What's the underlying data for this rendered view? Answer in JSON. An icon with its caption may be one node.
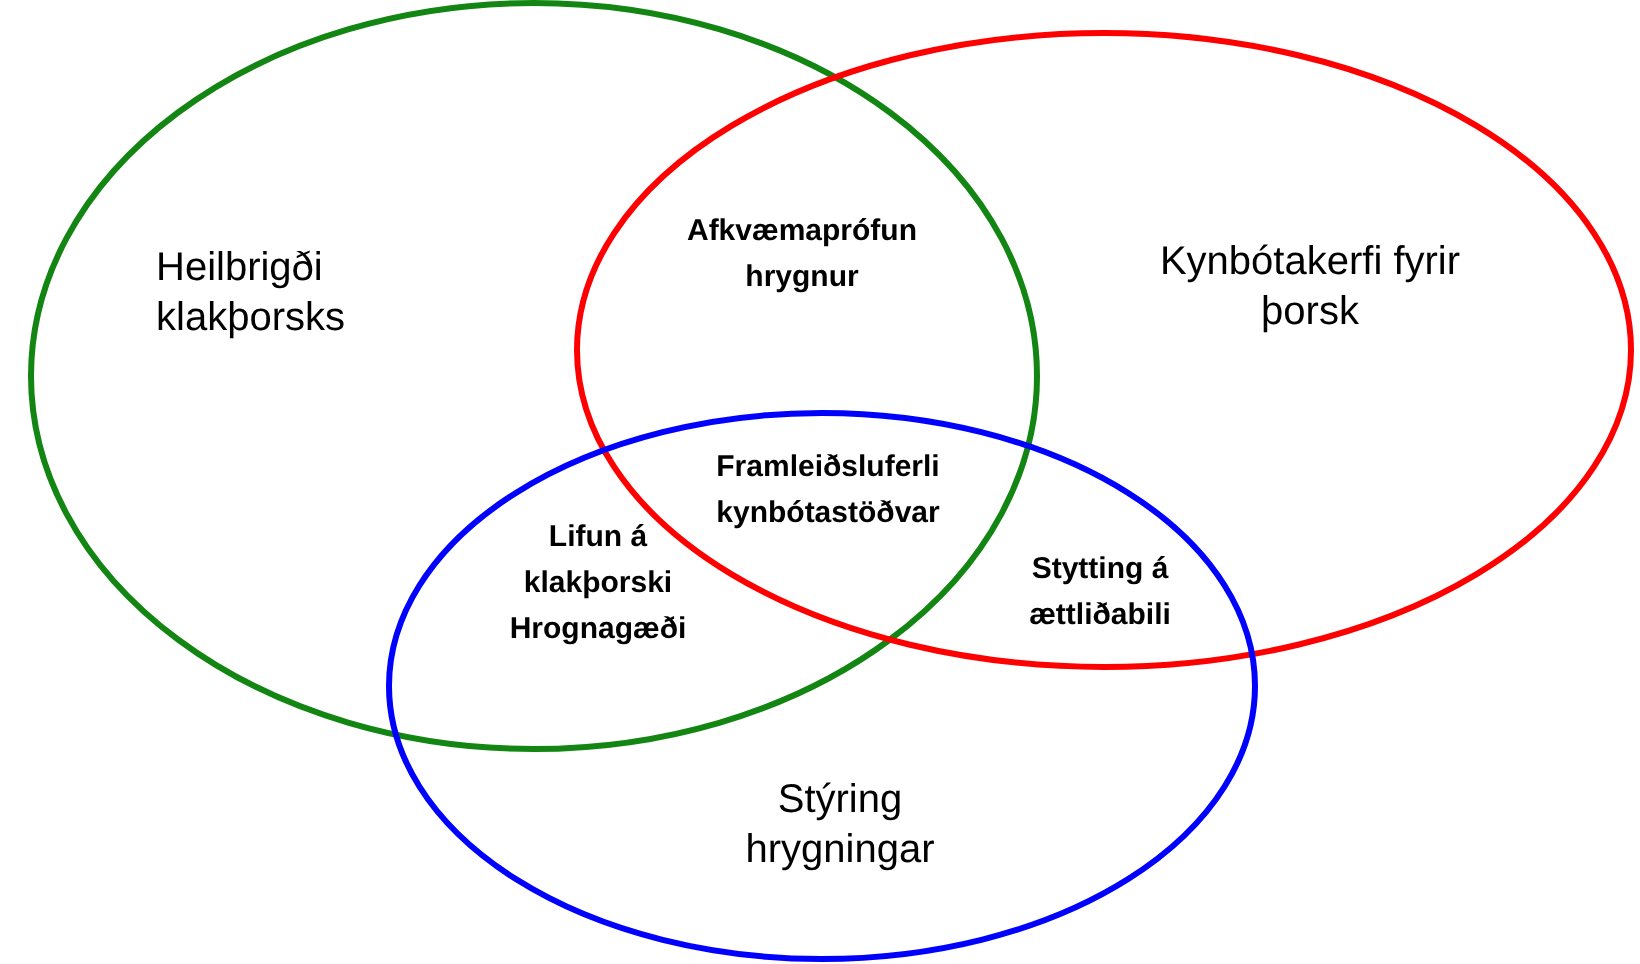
{
  "diagram": {
    "nodes": [
      {
        "text": [
          "Heilbrigði klakþorsks"
        ]
      },
      {
        "text": [
          "Kynbótakerfi fyrir þorsk"
        ]
      },
      {
        "text": [
          "Stýring hrygningar"
        ]
      }
    ],
    "edges": [],
    "labels": [
      "Afkvæmaprófun hrygnur",
      "Framleiðsluferli kynbótastöðvar",
      "Lifun á klakþorski",
      "Hrognagæði",
      "Stytting á ættliðabili"
    ]
  }
}
